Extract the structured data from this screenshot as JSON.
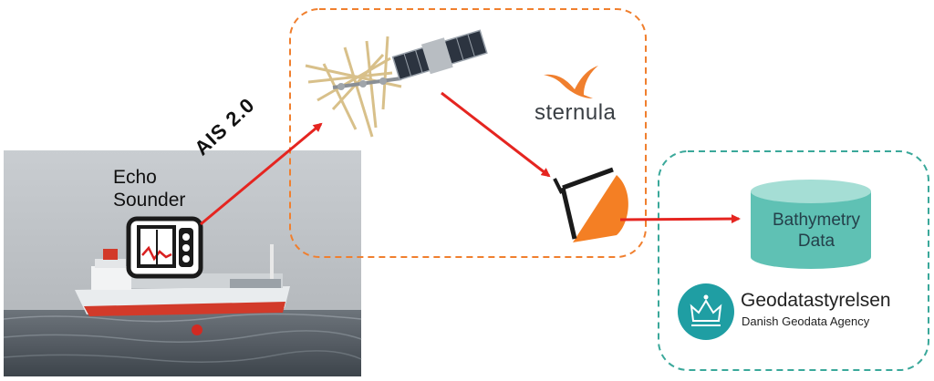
{
  "echo_sounder": {
    "line1": "Echo",
    "line2": "Sounder"
  },
  "link_label": "AIS 2.0",
  "provider": {
    "name": "sternula",
    "logo_icon": "bird-icon"
  },
  "storage": {
    "line1": "Bathymetry",
    "line2": "Data"
  },
  "agency": {
    "name": "Geodatastyrelsen",
    "subtitle": "Danish Geodata Agency",
    "logo_icon": "crown-icon"
  },
  "colors": {
    "arrow": "#e52520",
    "provider_border": "#f07f2e",
    "agency_border": "#3aa89a",
    "database": "#5fc1b4",
    "dish": "#f47f24"
  }
}
